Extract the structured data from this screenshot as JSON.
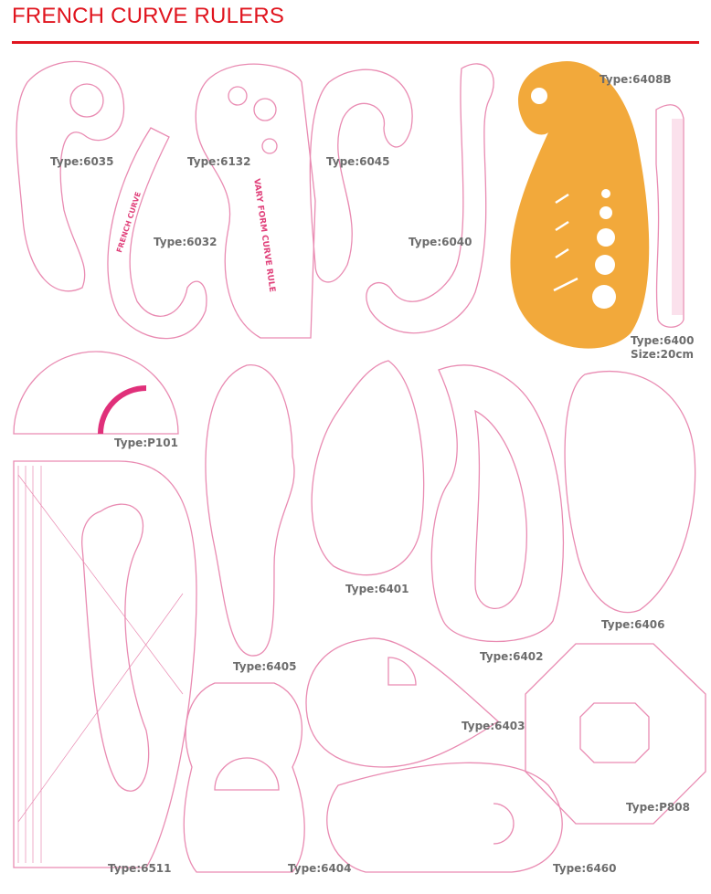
{
  "header": {
    "title": "FRENCH CURVE RULERS"
  },
  "colors": {
    "accent": "#e0141e",
    "ruler_line": "#e98bb2",
    "highlight": "#f2a93b",
    "label": "#6d6d6d"
  },
  "rulers": [
    {
      "type": "Type:6035"
    },
    {
      "type": "Type:6132",
      "inscription": "VARY FORM CURVE RULE"
    },
    {
      "type": "Type:6045"
    },
    {
      "type": "Type:6032",
      "inscription": "FRENCH CURVE"
    },
    {
      "type": "Type:6040"
    },
    {
      "type": "Type:6408B"
    },
    {
      "type": "Type:6400",
      "size": "Size:20cm"
    },
    {
      "type": "Type:P101"
    },
    {
      "type": "Type:6405"
    },
    {
      "type": "Type:6401"
    },
    {
      "type": "Type:6402"
    },
    {
      "type": "Type:6406"
    },
    {
      "type": "Type:6403"
    },
    {
      "type": "Type:P808"
    },
    {
      "type": "Type:6511"
    },
    {
      "type": "Type:6404"
    },
    {
      "type": "Type:6460"
    }
  ]
}
